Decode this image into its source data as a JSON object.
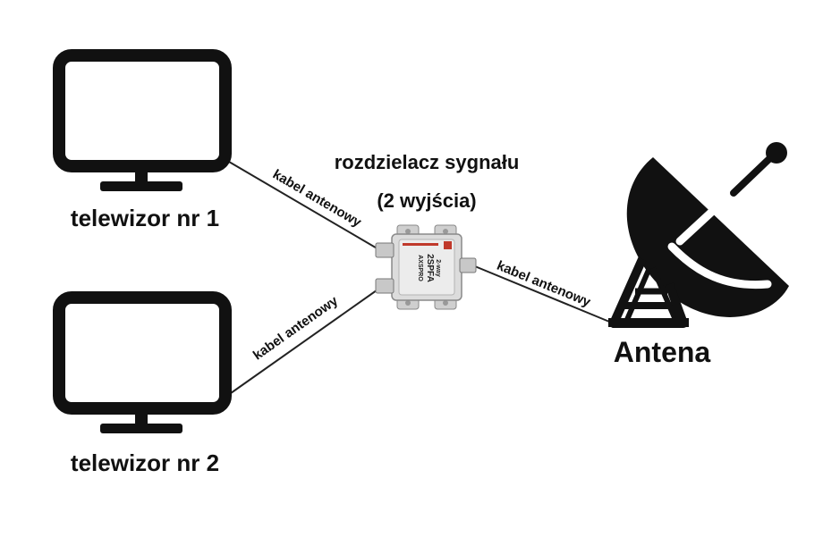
{
  "tv1": {
    "label": "telewizor nr 1",
    "icon": "tv-icon"
  },
  "tv2": {
    "label": "telewizor nr 2",
    "icon": "tv-icon"
  },
  "splitter": {
    "title_line1": "rozdzielacz sygnału",
    "title_line2": "(2 wyjścia)",
    "device_brand": "AXSPRO",
    "device_model": "2SPFA",
    "device_note": "2-way"
  },
  "antenna": {
    "label": "Antena",
    "icon": "satellite-dish-icon"
  },
  "cables": {
    "tv1_label": "kabel antenowy",
    "tv2_label": "kabel antenowy",
    "antenna_label": "kabel antenowy"
  },
  "colors": {
    "ink": "#111111",
    "splitter_body": "#d9d9d9",
    "splitter_accent": "#c0392b"
  }
}
